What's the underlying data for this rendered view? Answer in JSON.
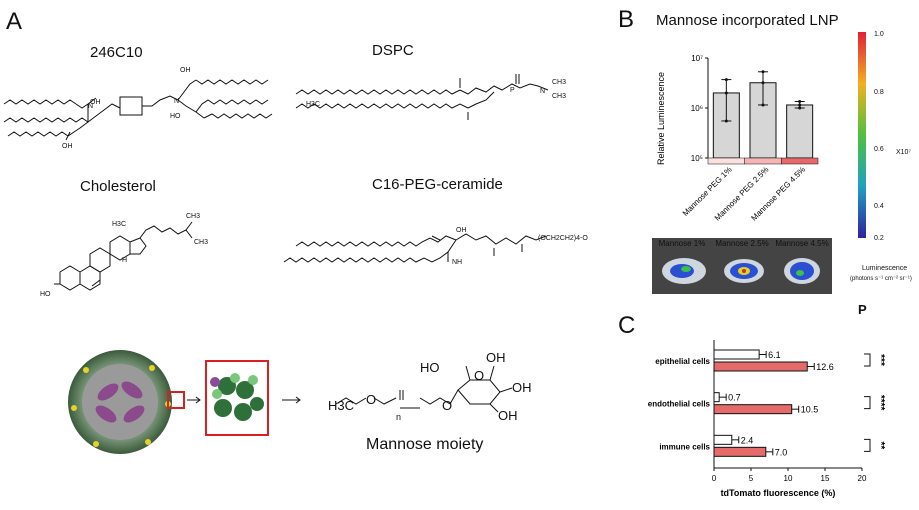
{
  "panels": {
    "A": {
      "letter": "A",
      "molecules": [
        "246C10",
        "DSPC",
        "Cholesterol",
        "C16-PEG-ceramide"
      ],
      "mannose_label": "Mannose moiety",
      "atoms": {
        "oh": "OH",
        "ho": "HO",
        "h3c": "H3C",
        "ch3": "CH3",
        "h": "H",
        "o": "O",
        "n": "N",
        "p": "P",
        "nh": "NH",
        "peg_chain": "(OCH2CH2)4-O",
        "n_sub": "n"
      }
    },
    "B": {
      "letter": "B",
      "title": "Mannose incorporated LNP",
      "ylabel": "Relative Luminescence",
      "scale_title": "Luminescence",
      "scale_units": "(photons s⁻¹ cm⁻² sr⁻¹)",
      "scale_multiplier": "X10⁷",
      "scale_ticks": [
        "1.0",
        "0.8",
        "0.6",
        "0.4",
        "0.2"
      ],
      "image_labels": [
        "Mannose 1%",
        "Mannose 2.5%",
        "Mannose 4.5%"
      ],
      "image_label_colors": [
        "#f6d3d3",
        "#f0a3a3",
        "#e36a6a"
      ],
      "corner_mark": "P"
    },
    "C": {
      "letter": "C",
      "xlabel": "tdTomato fluorescence (%)"
    }
  },
  "chart_data": [
    {
      "type": "bar",
      "panel": "B",
      "title": "Mannose incorporated LNP",
      "ylabel": "Relative Luminescence",
      "yscale": "log",
      "ylim": [
        100000,
        10000000
      ],
      "ytick_labels": [
        "10⁵",
        "10⁶",
        "10⁷"
      ],
      "yticks": [
        100000,
        1000000,
        10000000
      ],
      "categories": [
        "Mannose PEG 1%",
        "Mannose PEG 2.5%",
        "Mannose PEG 4.5%"
      ],
      "category_colors": [
        "#fbe0e0",
        "#f5b5b5",
        "#e56a6a"
      ],
      "values": [
        2000000,
        3200000,
        1150000
      ],
      "err_high": [
        3700000,
        5300000,
        1350000
      ],
      "err_low": [
        550000,
        1150000,
        1000000
      ],
      "points": [
        [
          550000,
          2000000,
          3700000
        ],
        [
          1150000,
          3200000,
          5300000
        ],
        [
          1000000,
          1150000,
          1350000
        ]
      ]
    },
    {
      "type": "bar",
      "panel": "C",
      "orientation": "horizontal",
      "xlabel": "tdTomato fluorescence (%)",
      "xlim": [
        0,
        20
      ],
      "xticks": [
        0,
        5,
        10,
        15,
        20
      ],
      "categories": [
        "epithelial cells",
        "endothelial cells",
        "immune cells"
      ],
      "series": [
        {
          "values": [
            6.1,
            0.7,
            2.4
          ],
          "color": "#ffffff",
          "value_labels": [
            "6.1",
            "0.7",
            "2.4"
          ]
        },
        {
          "values": [
            12.6,
            10.5,
            7.0
          ],
          "color": "#e56a6a",
          "value_labels": [
            "12.6",
            "10.5",
            "7.0"
          ]
        }
      ],
      "significance": [
        "***",
        "****",
        "**"
      ]
    }
  ]
}
